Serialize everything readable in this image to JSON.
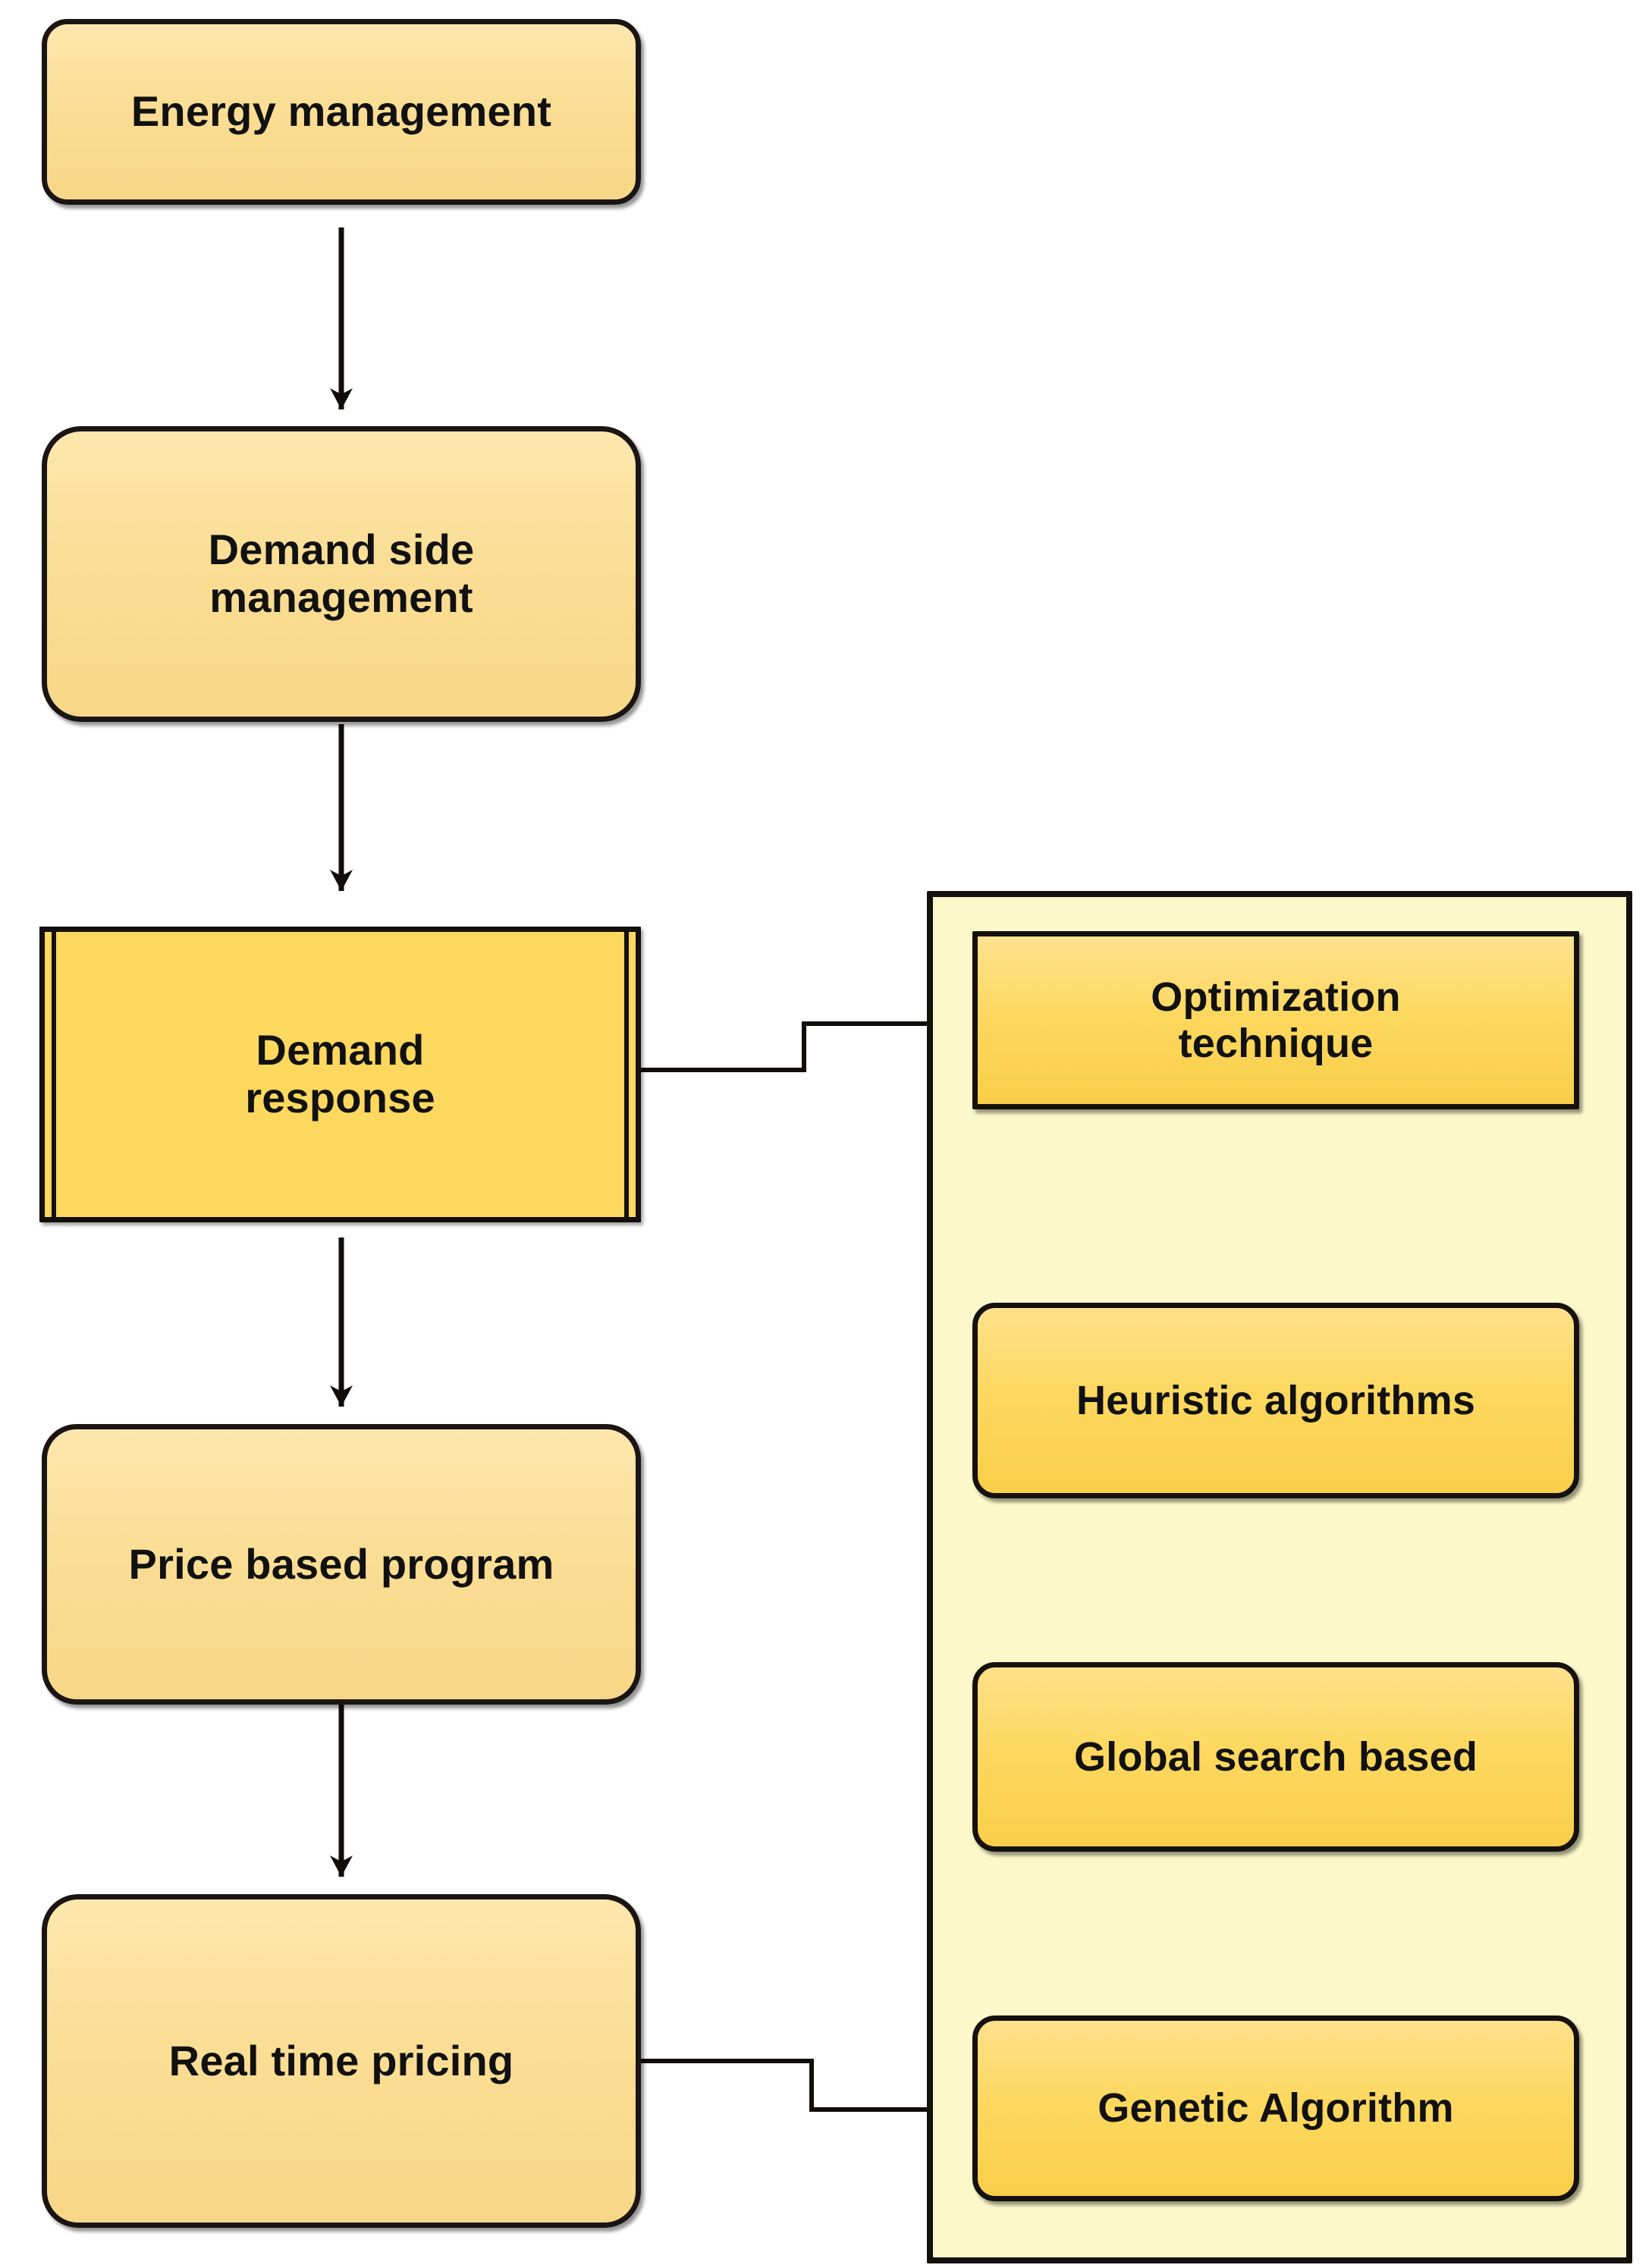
{
  "diagram": {
    "type": "flowchart",
    "title": "Energy management to Genetic Algorithm optimization flowchart",
    "background_color": "#FFFFFF",
    "palette": {
      "cream_fill": "#FADE95",
      "amber_fill": "#FDD85E",
      "panel_fill": "#FCF8C9",
      "stroke": "#141110",
      "text": "#111111"
    }
  },
  "left_column": {
    "name": "demand-response-chain",
    "nodes": [
      {
        "id": "energy-management",
        "label": "Energy management",
        "shape": "rounded-rectangle",
        "fill": "#FADE95",
        "lines": 1
      },
      {
        "id": "demand-side-management",
        "label": "Demand side\nmanagement",
        "shape": "rounded-rectangle",
        "fill": "#FADE95",
        "lines": 2,
        "line1": "Demand side",
        "line2": "management"
      },
      {
        "id": "demand-response",
        "label": "Demand\nresponse",
        "shape": "subroutine",
        "fill": "#FDD85F",
        "lines": 2,
        "line1": "Demand",
        "line2": "response"
      },
      {
        "id": "price-based-program",
        "label": "Price based program",
        "shape": "rounded-rectangle",
        "fill": "#FADE95",
        "lines": 1
      },
      {
        "id": "real-time-pricing",
        "label": "Real time pricing",
        "shape": "rounded-rectangle",
        "fill": "#FADE95",
        "lines": 1
      }
    ]
  },
  "right_panel": {
    "name": "optimization-technique-group",
    "fill": "#FCF8C9",
    "nodes": [
      {
        "id": "optimization-technique",
        "label": "Optimization\ntechnique",
        "shape": "rectangle",
        "fill": "#FDD85E",
        "lines": 2,
        "line1": "Optimization",
        "line2": "technique"
      },
      {
        "id": "heuristic-algorithms",
        "label": "Heuristic algorithms",
        "shape": "rounded-rectangle",
        "fill": "#FDD85E",
        "lines": 1
      },
      {
        "id": "global-search-based",
        "label": "Global search based",
        "shape": "rounded-rectangle",
        "fill": "#FDD85E",
        "lines": 1
      },
      {
        "id": "genetic-algorithm",
        "label": "Genetic Algorithm",
        "shape": "rounded-rectangle",
        "fill": "#FDD85E",
        "lines": 1
      }
    ]
  },
  "edges": [
    {
      "from": "energy-management",
      "to": "demand-side-management",
      "style": "arrow-down"
    },
    {
      "from": "demand-side-management",
      "to": "demand-response",
      "style": "arrow-down"
    },
    {
      "from": "demand-response",
      "to": "price-based-program",
      "style": "arrow-down"
    },
    {
      "from": "price-based-program",
      "to": "real-time-pricing",
      "style": "arrow-down"
    },
    {
      "from": "demand-response",
      "to": "optimization-technique-group",
      "style": "elbow-line-no-arrow"
    },
    {
      "from": "real-time-pricing",
      "to": "optimization-technique-group",
      "style": "elbow-line-no-arrow"
    },
    {
      "from": "optimization-technique",
      "to": "heuristic-algorithms",
      "style": "arrow-down"
    },
    {
      "from": "heuristic-algorithms",
      "to": "global-search-based",
      "style": "arrow-down"
    },
    {
      "from": "global-search-based",
      "to": "genetic-algorithm",
      "style": "arrow-down"
    }
  ]
}
